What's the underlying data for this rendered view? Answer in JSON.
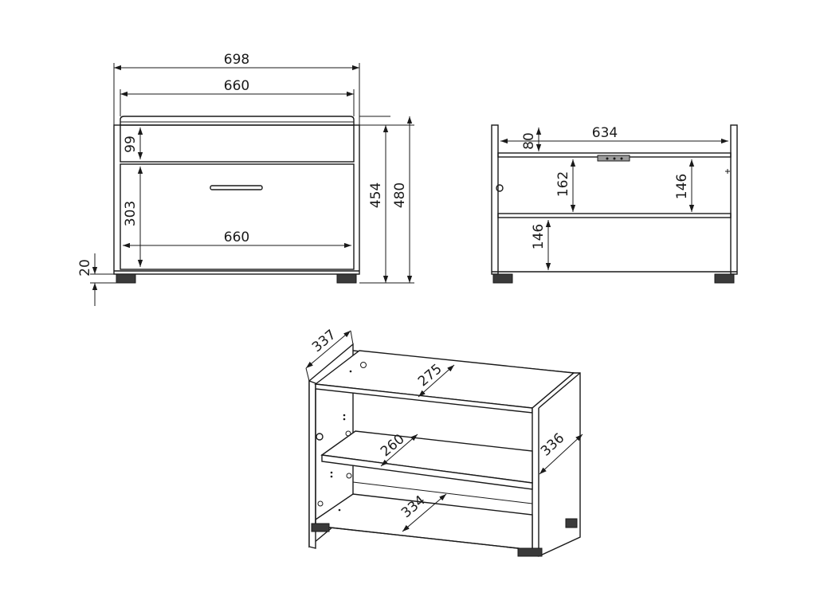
{
  "front_view": {
    "overall_width": "698",
    "inner_width": "660",
    "top_height": "99",
    "drawer_height": "303",
    "drawer_width": "660",
    "foot_height": "20",
    "body_height": "454",
    "total_height": "480"
  },
  "side_view": {
    "inner_width": "634",
    "top_gap": "80",
    "upper_left_height": "162",
    "upper_right_height": "146",
    "lower_height": "146"
  },
  "iso_view": {
    "depth_side": "337",
    "top_depth": "275",
    "shelf_depth": "260",
    "bottom_depth": "334",
    "right_depth": "336"
  }
}
